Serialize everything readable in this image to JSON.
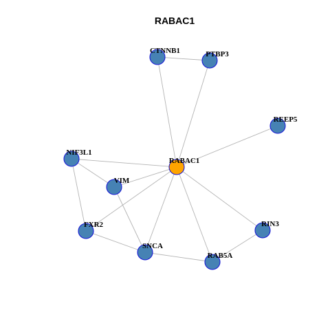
{
  "title": "RABAC1",
  "colors": {
    "node_fill": "#4682b4",
    "node_border": "#1a1ad6",
    "focus_fill": "#ffa500",
    "focus_border": "#3a2a00",
    "edge": "#b3b3b3"
  },
  "network": {
    "focus_node": "RABAC1",
    "nodes": [
      "RABAC1",
      "CTNNB1",
      "PTBP3",
      "REEP5",
      "NIF3L1",
      "VIM",
      "FXR2",
      "SNCA",
      "RAB5A",
      "RIN3"
    ],
    "edges": [
      [
        "CTNNB1",
        "PTBP3"
      ],
      [
        "CTNNB1",
        "RABAC1"
      ],
      [
        "PTBP3",
        "RABAC1"
      ],
      [
        "REEP5",
        "RABAC1"
      ],
      [
        "NIF3L1",
        "RABAC1"
      ],
      [
        "NIF3L1",
        "VIM"
      ],
      [
        "NIF3L1",
        "FXR2"
      ],
      [
        "VIM",
        "RABAC1"
      ],
      [
        "VIM",
        "SNCA"
      ],
      [
        "FXR2",
        "RABAC1"
      ],
      [
        "FXR2",
        "SNCA"
      ],
      [
        "SNCA",
        "RABAC1"
      ],
      [
        "SNCA",
        "RAB5A"
      ],
      [
        "RAB5A",
        "RABAC1"
      ],
      [
        "RAB5A",
        "RIN3"
      ],
      [
        "RIN3",
        "RABAC1"
      ]
    ]
  }
}
